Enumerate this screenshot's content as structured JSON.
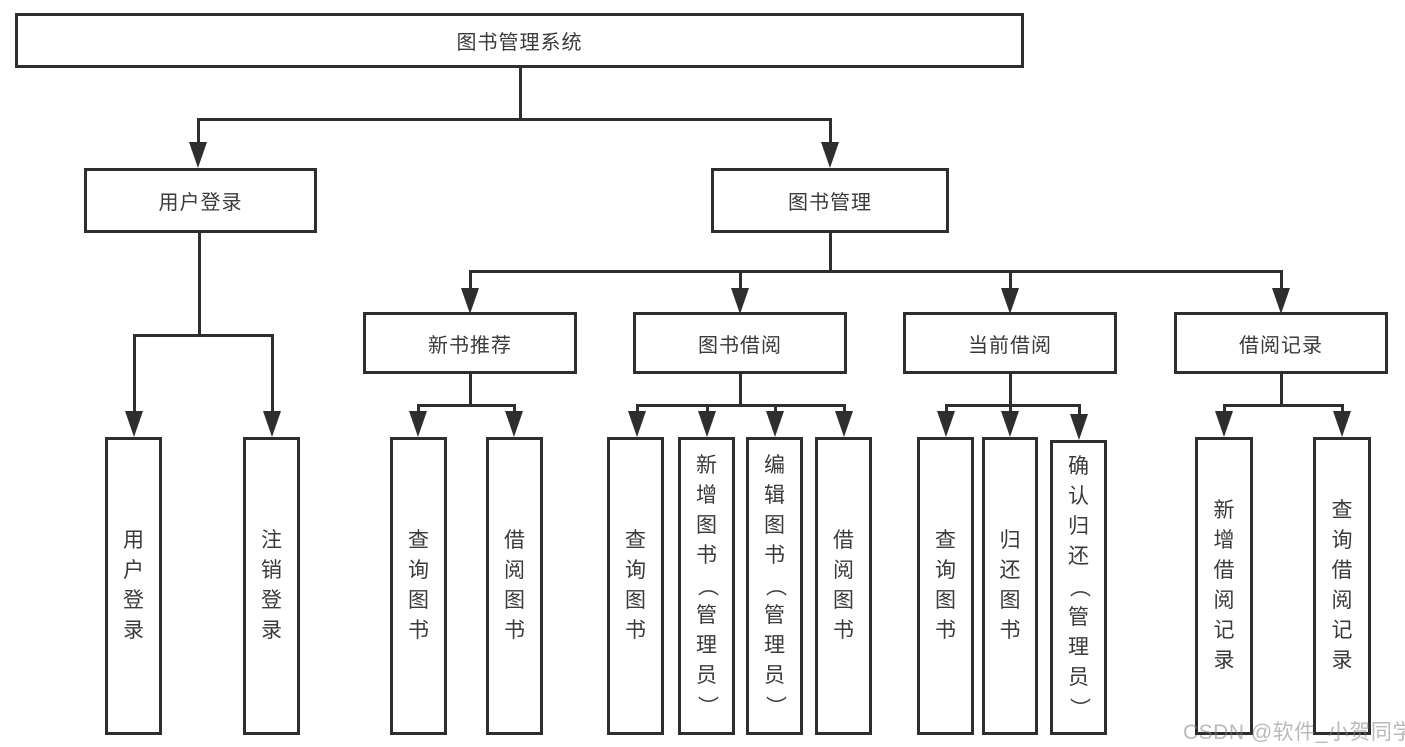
{
  "diagram": {
    "root": {
      "label": "图书管理系统"
    },
    "branches": [
      {
        "label": "用户登录",
        "children": [
          {
            "label": "用户登录"
          },
          {
            "label": "注销登录"
          }
        ]
      },
      {
        "label": "图书管理",
        "children": [
          {
            "label": "新书推荐",
            "children": [
              {
                "label": "查询图书"
              },
              {
                "label": "借阅图书"
              }
            ]
          },
          {
            "label": "图书借阅",
            "children": [
              {
                "label": "查询图书"
              },
              {
                "label": "新增图书（管理员）"
              },
              {
                "label": "编辑图书（管理员）"
              },
              {
                "label": "借阅图书"
              }
            ]
          },
          {
            "label": "当前借阅",
            "children": [
              {
                "label": "查询图书"
              },
              {
                "label": "归还图书"
              },
              {
                "label": "确认归还（管理员）"
              }
            ]
          },
          {
            "label": "借阅记录",
            "children": [
              {
                "label": "新增借阅记录"
              },
              {
                "label": "查询借阅记录"
              }
            ]
          }
        ]
      }
    ]
  },
  "watermark": {
    "text": "CSDN @软件_小贺同学"
  },
  "colors": {
    "line": "#2e2e2e",
    "text": "#3a3a3a",
    "background": "#ffffff",
    "watermark": "#c9c9c9"
  }
}
